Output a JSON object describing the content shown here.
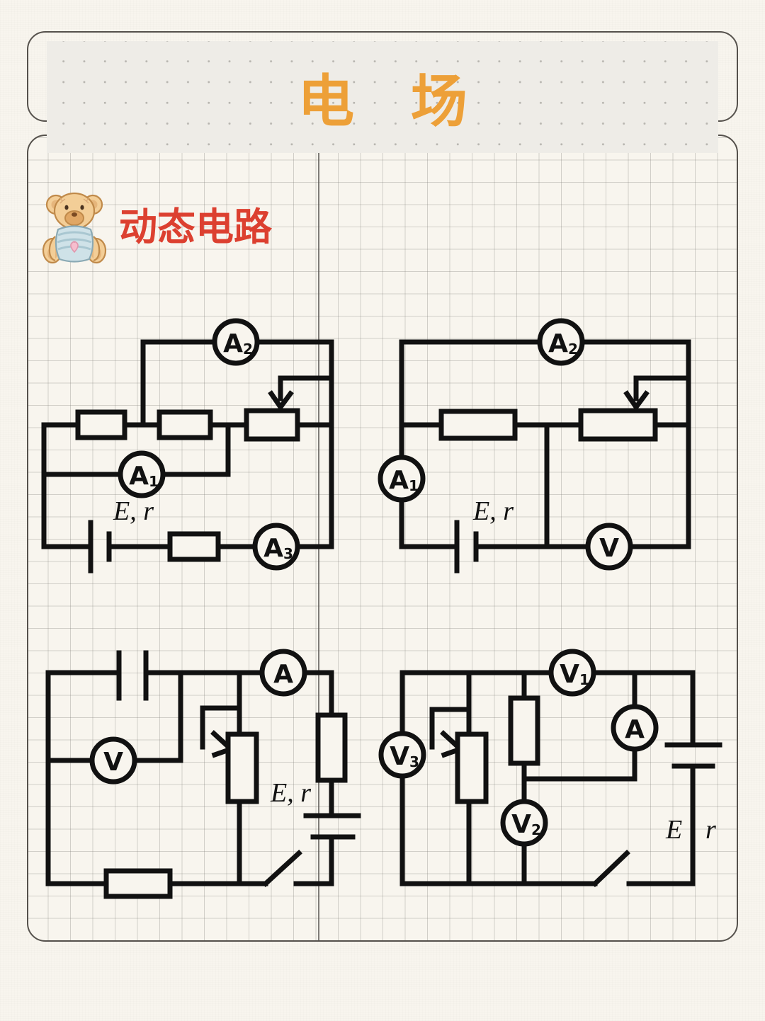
{
  "page": {
    "background_color": "#f7f4ed",
    "border_color": "#55514c"
  },
  "header": {
    "title": "电 场",
    "title_color": "#eda038",
    "banner_color": "#eeece7"
  },
  "section": {
    "icon": "teddy-bear-sticker",
    "title": "动态电路",
    "title_color": "#dc4030"
  },
  "circuits": [
    {
      "id": "circuit-1",
      "meters": [
        {
          "name": "ammeter",
          "label": "A",
          "sub": "2"
        },
        {
          "name": "ammeter",
          "label": "A",
          "sub": "1"
        },
        {
          "name": "ammeter",
          "label": "A",
          "sub": "3"
        }
      ],
      "source_label": "E, r",
      "components": [
        "resistor",
        "resistor",
        "resistor",
        "rheostat",
        "battery"
      ]
    },
    {
      "id": "circuit-2",
      "meters": [
        {
          "name": "ammeter",
          "label": "A",
          "sub": "2"
        },
        {
          "name": "ammeter",
          "label": "A",
          "sub": "1"
        },
        {
          "name": "voltmeter",
          "label": "V",
          "sub": ""
        }
      ],
      "source_label": "E, r",
      "components": [
        "resistor",
        "rheostat",
        "battery"
      ]
    },
    {
      "id": "circuit-3",
      "meters": [
        {
          "name": "ammeter",
          "label": "A",
          "sub": ""
        },
        {
          "name": "voltmeter",
          "label": "V",
          "sub": ""
        }
      ],
      "source_label": "E, r",
      "components": [
        "capacitor",
        "resistor",
        "resistor",
        "rheostat",
        "battery",
        "switch"
      ]
    },
    {
      "id": "circuit-4",
      "meters": [
        {
          "name": "voltmeter",
          "label": "V",
          "sub": "1"
        },
        {
          "name": "voltmeter",
          "label": "V",
          "sub": "2"
        },
        {
          "name": "voltmeter",
          "label": "V",
          "sub": "3"
        },
        {
          "name": "ammeter",
          "label": "A",
          "sub": ""
        }
      ],
      "source_label_e": "E",
      "source_label_r": "r",
      "components": [
        "resistor",
        "rheostat",
        "battery",
        "switch"
      ]
    }
  ]
}
